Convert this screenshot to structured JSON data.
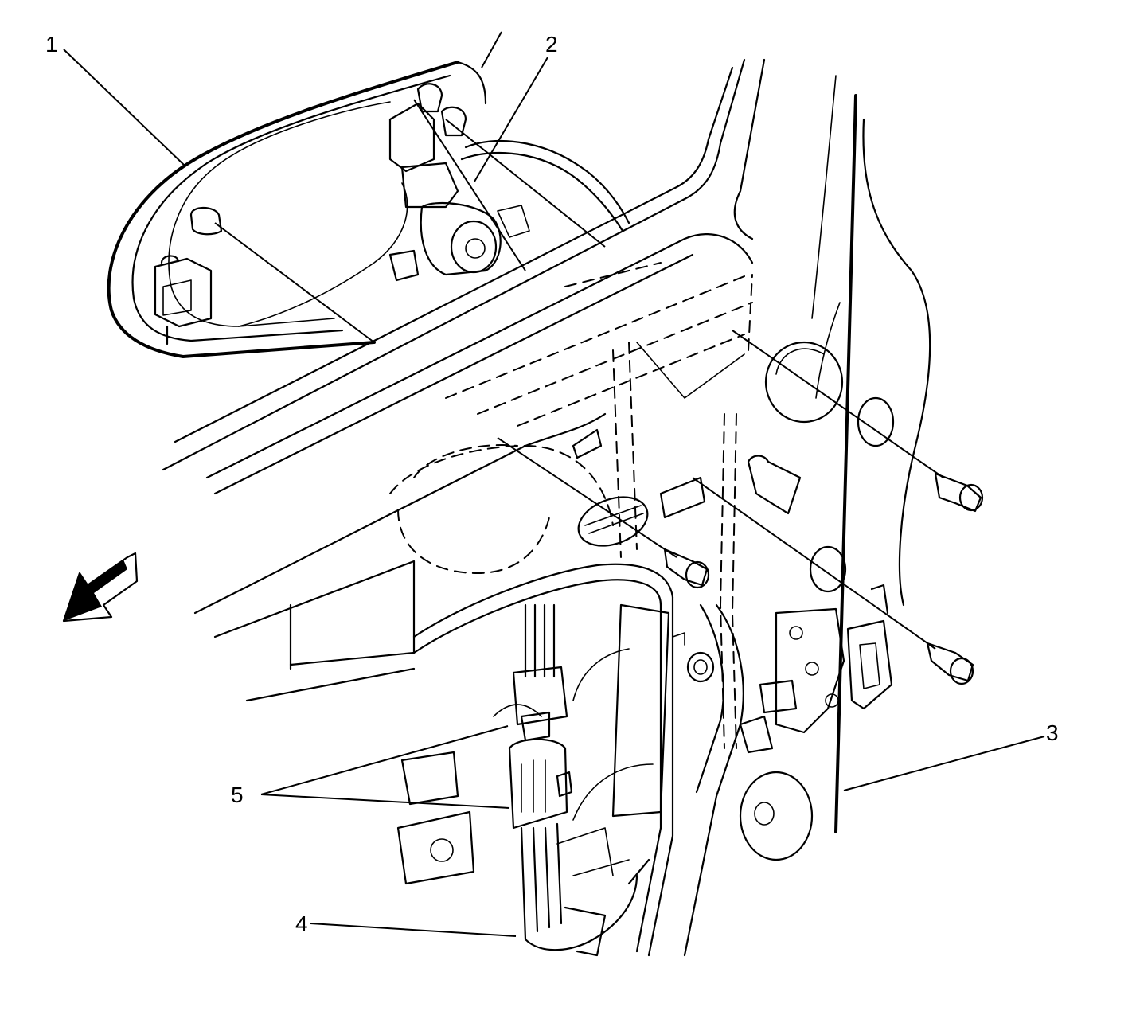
{
  "callouts": [
    {
      "id": "1",
      "label": "1"
    },
    {
      "id": "2",
      "label": "2"
    },
    {
      "id": "3",
      "label": "3"
    },
    {
      "id": "4",
      "label": "4"
    },
    {
      "id": "5",
      "label": "5"
    }
  ],
  "colors": {
    "line": "#000000",
    "background": "#ffffff"
  },
  "icons": [
    "front-direction-arrow-icon",
    "bolt-icon",
    "nut-icon"
  ]
}
